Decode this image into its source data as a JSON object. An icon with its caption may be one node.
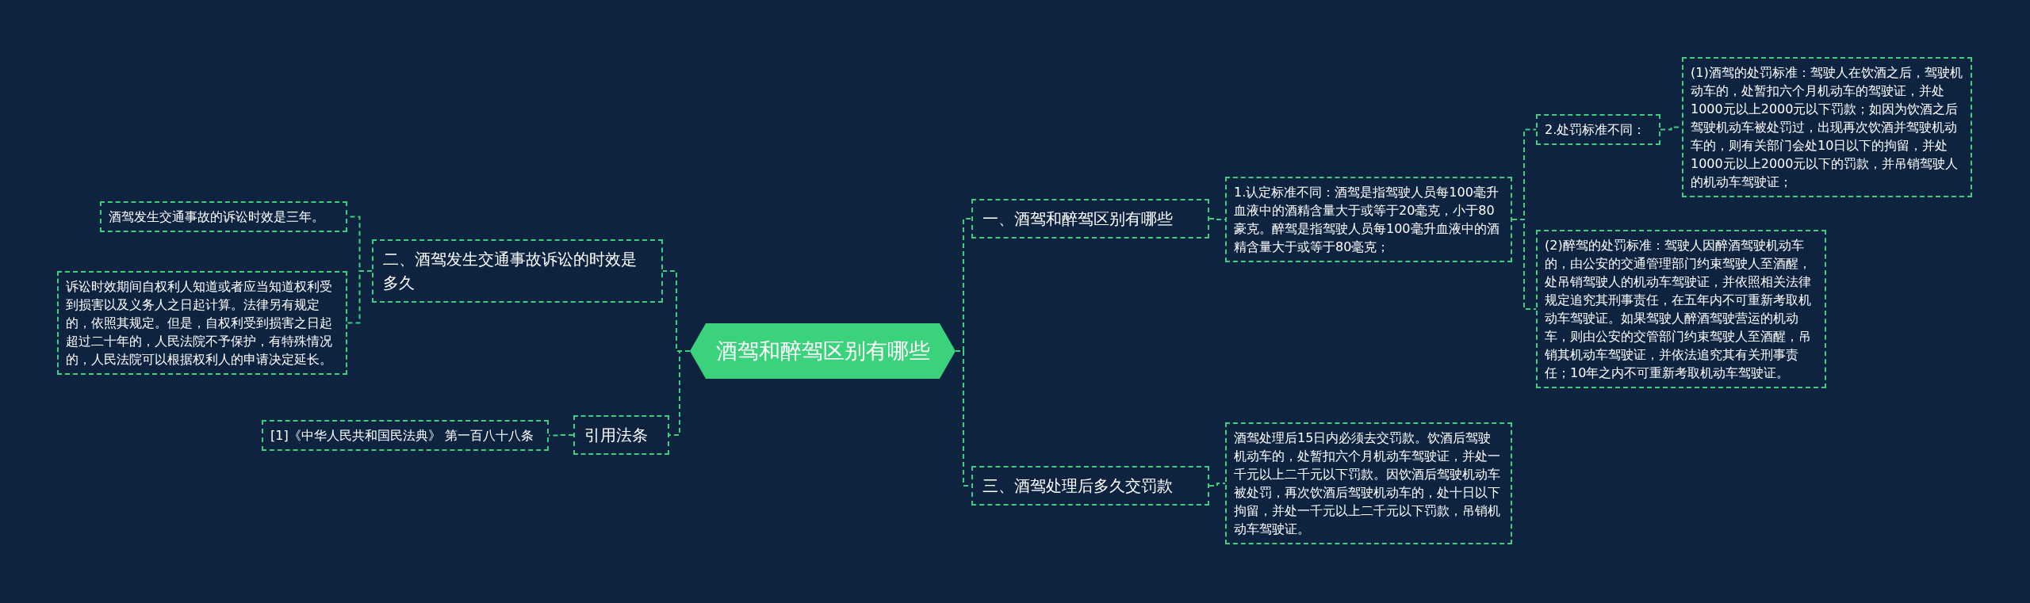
{
  "diagram": {
    "nodes": [
      {
        "text": [
          "酒驾和醉驾区别有哪些"
        ]
      },
      {
        "text": [
          "一、酒驾和醉驾区别有哪些"
        ]
      },
      {
        "text": [
          "1.认定标准不同：酒驾是指驾驶人员每100毫升血液中的酒精含量大于或等于20毫克，小于80豪克。醉驾是指驾驶人员每100毫升血液中的酒精含量大于或等于80毫克；"
        ]
      },
      {
        "text": [
          "2.处罚标准不同："
        ]
      },
      {
        "text": [
          "(1)酒驾的处罚标准：驾驶人在饮酒之后，驾驶机动车的，处暂扣六个月机动车的驾驶证，并处1000元以上2000元以下罚款；如因为饮酒之后驾驶机动车被处罚过，出现再次饮酒并驾驶机动车的，则有关部门会处10日以下的拘留，并处1000元以上2000元以下的罚款，并吊销驾驶人的机动车驾驶证；"
        ]
      },
      {
        "text": [
          "(2)醉驾的处罚标准：驾驶人因醉酒驾驶机动车的，由公安的交通管理部门约束驾驶人至酒醒，处吊销驾驶人的机动车驾驶证，并依照相关法律规定追究其刑事责任，在五年内不可重新考取机动车驾驶证。如果驾驶人醉酒驾驶营运的机动车，则由公安的交管部门约束驾驶人至酒醒，吊销其机动车驾驶证，并依法追究其有关刑事责任；10年之内不可重新考取机动车驾驶证。"
        ]
      },
      {
        "text": [
          "三、酒驾处理后多久交罚款"
        ]
      },
      {
        "text": [
          "酒驾处理后15日内必须去交罚款。饮酒后驾驶机动车的，处暂扣六个月机动车驾驶证，并处一千元以上二千元以下罚款。因饮酒后驾驶机动车被处罚，再次饮酒后驾驶机动车的，处十日以下拘留，并处一千元以上二千元以下罚款，吊销机动车驾驶证。"
        ]
      },
      {
        "text": [
          "二、酒驾发生交通事故诉讼的时效是多久"
        ]
      },
      {
        "text": [
          "酒驾发生交通事故的诉讼时效是三年。"
        ]
      },
      {
        "text": [
          "诉讼时效期间自权利人知道或者应当知道权利受到损害以及义务人之日起计算。法律另有规定的，依照其规定。但是，自权利受到损害之日起超过二十年的，人民法院不予保护，有特殊情况的，人民法院可以根据权利人的申请决定延长。"
        ]
      },
      {
        "text": [
          "引用法条"
        ]
      },
      {
        "text": [
          "[1]《中华人民共和国民法典》 第一百八十八条"
        ]
      }
    ],
    "edges": [
      {
        "from": 0,
        "to": 1,
        "arrow": "none",
        "style": "dashed"
      },
      {
        "from": 1,
        "to": 2,
        "arrow": "none",
        "style": "dashed"
      },
      {
        "from": 2,
        "to": 3,
        "arrow": "none",
        "style": "dashed"
      },
      {
        "from": 3,
        "to": 4,
        "arrow": "none",
        "style": "dashed"
      },
      {
        "from": 2,
        "to": 5,
        "arrow": "none",
        "style": "dashed"
      },
      {
        "from": 0,
        "to": 6,
        "arrow": "none",
        "style": "dashed"
      },
      {
        "from": 6,
        "to": 7,
        "arrow": "none",
        "style": "dashed"
      },
      {
        "from": 0,
        "to": 8,
        "arrow": "none",
        "style": "dashed"
      },
      {
        "from": 8,
        "to": 9,
        "arrow": "none",
        "style": "dashed"
      },
      {
        "from": 8,
        "to": 10,
        "arrow": "none",
        "style": "dashed"
      },
      {
        "from": 0,
        "to": 11,
        "arrow": "none",
        "style": "dashed"
      },
      {
        "from": 11,
        "to": 12,
        "arrow": "none",
        "style": "dashed"
      }
    ]
  }
}
